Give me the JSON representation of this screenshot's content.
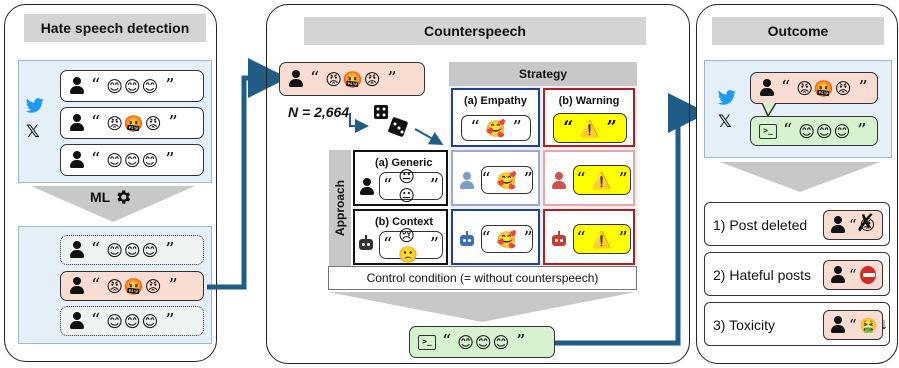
{
  "detection": {
    "title": "Hate speech detection",
    "ml_label": "ML",
    "input_messages": [
      {
        "emojis": "😊😊😊",
        "hateful": false
      },
      {
        "emojis": "😡🤬😡",
        "hateful": true
      },
      {
        "emojis": "😊😊😊",
        "hateful": false
      }
    ],
    "output_messages": [
      {
        "emojis": "😊😊😊",
        "hateful": false
      },
      {
        "emojis": "😡🤬😡",
        "hateful": true
      },
      {
        "emojis": "😊😊😊",
        "hateful": false
      }
    ]
  },
  "counterspeech": {
    "title": "Counterspeech",
    "hate_post": {
      "emojis": "😡🤬😡"
    },
    "n_label": "N = 2,664",
    "strategy_header": "Strategy",
    "approach_header": "Approach",
    "empathy_label": "(a) Empathy",
    "warning_label": "(b) Warning",
    "generic_label": "(a) Generic",
    "context_label": "(b) Context",
    "empathy_emoji": "🥰",
    "warning_emoji": "⚠️",
    "generic_emojis": "😐😐",
    "context_emojis": "😢🙁",
    "control_label": "Control condition (= without counterspeech)",
    "result_emojis": "😊😊😊",
    "colors": {
      "empathy": "#1f3f9a",
      "warning": "#b01e23",
      "person_blue": "#7c9cc8",
      "person_red": "#d25050",
      "robot_blue": "#3f6fb3",
      "robot_red": "#c23b35"
    }
  },
  "outcome": {
    "title": "Outcome",
    "hate_emojis": "😡🤬😡",
    "reply_emojis": "😊😊😊",
    "items": [
      {
        "label": "1) Post deleted",
        "icon": "crossed-out-post"
      },
      {
        "label": "2) Hateful posts",
        "icon": "no-entry"
      },
      {
        "label": "3) Toxicity",
        "icon": "toxicity-decrease"
      }
    ]
  }
}
